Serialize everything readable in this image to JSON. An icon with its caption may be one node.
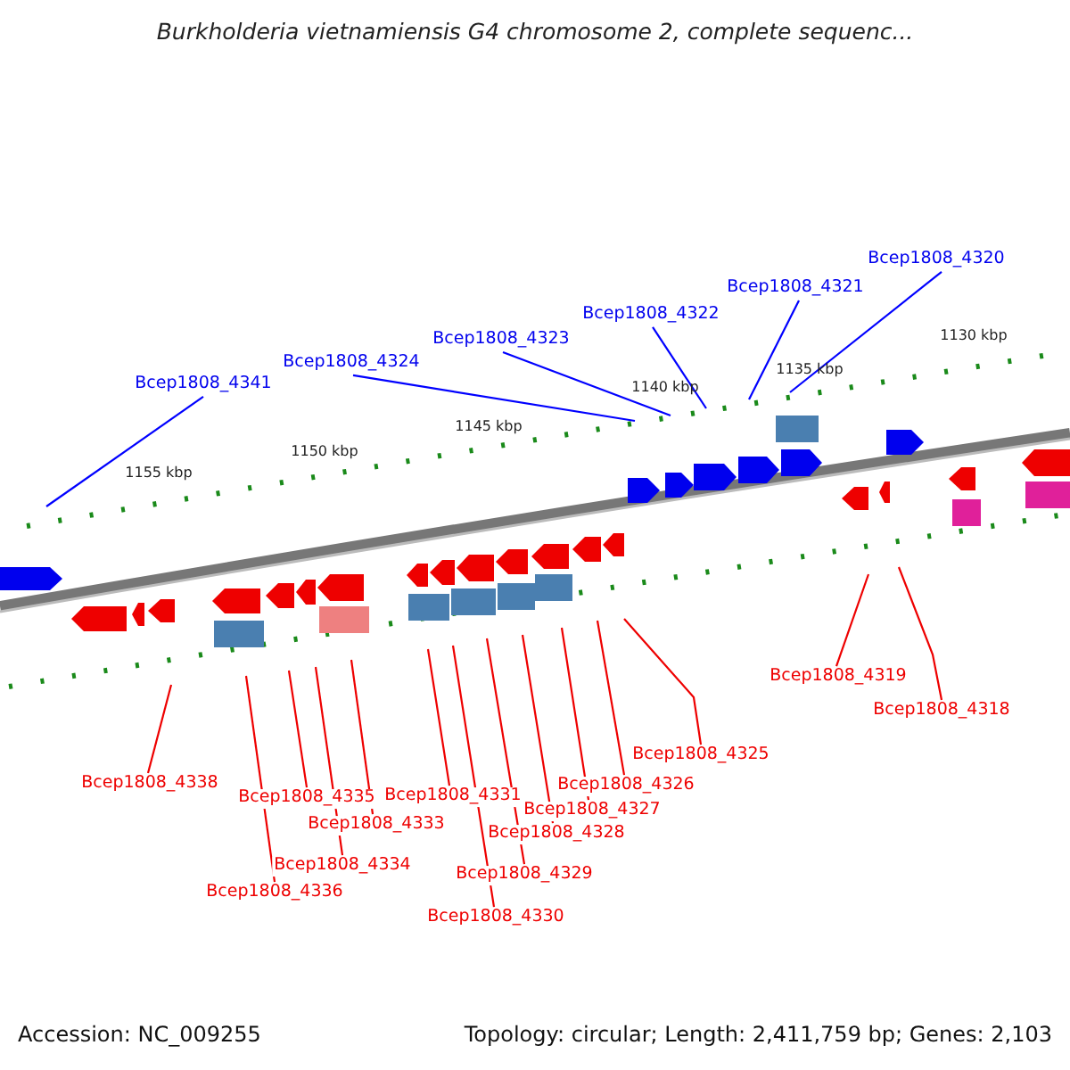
{
  "diagram": {
    "title": "Burkholderia vietnamiensis G4 chromosome 2, complete sequenc...",
    "nodes": [
      {
        "text": [
          "Bcep1808_4320"
        ]
      },
      {
        "text": [
          "Bcep1808_4321"
        ]
      },
      {
        "text": [
          "Bcep1808_4322"
        ]
      },
      {
        "text": [
          "Bcep1808_4323"
        ]
      },
      {
        "text": [
          "Bcep1808_4324"
        ]
      },
      {
        "text": [
          "Bcep1808_4341"
        ]
      },
      {
        "text": [
          "Bcep1808_4319"
        ]
      },
      {
        "text": [
          "Bcep1808_4318"
        ]
      },
      {
        "text": [
          "Bcep1808_4325"
        ]
      },
      {
        "text": [
          "Bcep1808_4338"
        ]
      },
      {
        "text": [
          "Bcep1808_4326"
        ]
      },
      {
        "text": [
          "Bcep1808_4335"
        ]
      },
      {
        "text": [
          "Bcep1808_4331"
        ]
      },
      {
        "text": [
          "Bcep1808_4327"
        ]
      },
      {
        "text": [
          "Bcep1808_4333"
        ]
      },
      {
        "text": [
          "Bcep1808_4328"
        ]
      },
      {
        "text": [
          "Bcep1808_4334"
        ]
      },
      {
        "text": [
          "Bcep1808_4329"
        ]
      },
      {
        "text": [
          "Bcep1808_4336"
        ]
      },
      {
        "text": [
          "Bcep1808_4330"
        ]
      }
    ],
    "edges": [
      {
        "from": 0,
        "to": null,
        "arrow": "none",
        "color": "#0000ff"
      },
      {
        "from": 1,
        "to": null,
        "arrow": "none",
        "color": "#0000ff"
      },
      {
        "from": 2,
        "to": null,
        "arrow": "none",
        "color": "#0000ff"
      },
      {
        "from": 3,
        "to": null,
        "arrow": "none",
        "color": "#0000ff"
      },
      {
        "from": 4,
        "to": null,
        "arrow": "none",
        "color": "#0000ff"
      },
      {
        "from": 5,
        "to": null,
        "arrow": "none",
        "color": "#0000ff"
      },
      {
        "from": 6,
        "to": null,
        "arrow": "none"
      },
      {
        "from": 7,
        "to": null,
        "arrow": "none"
      },
      {
        "from": 8,
        "to": null,
        "arrow": "none"
      },
      {
        "from": 9,
        "to": null,
        "arrow": "none"
      },
      {
        "from": 10,
        "to": null,
        "arrow": "none"
      },
      {
        "from": 11,
        "to": null,
        "arrow": "none"
      },
      {
        "from": 12,
        "to": null,
        "arrow": "none"
      },
      {
        "from": 13,
        "to": null,
        "arrow": "none"
      },
      {
        "from": 14,
        "to": null,
        "arrow": "none"
      },
      {
        "from": 15,
        "to": null,
        "arrow": "none"
      },
      {
        "from": 16,
        "to": null,
        "arrow": "none"
      },
      {
        "from": 17,
        "to": null,
        "arrow": "none"
      },
      {
        "from": 18,
        "to": null,
        "arrow": "none"
      },
      {
        "from": 19,
        "to": null,
        "arrow": "none"
      }
    ],
    "labels": [
      "1130 kbp",
      "1135 kbp",
      "1140 kbp",
      "1145 kbp",
      "1150 kbp",
      "1155 kbp",
      "Accession: NC_009255",
      "Topology: circular; Length: 2,411,759 bp; Genes: 2,103"
    ]
  }
}
